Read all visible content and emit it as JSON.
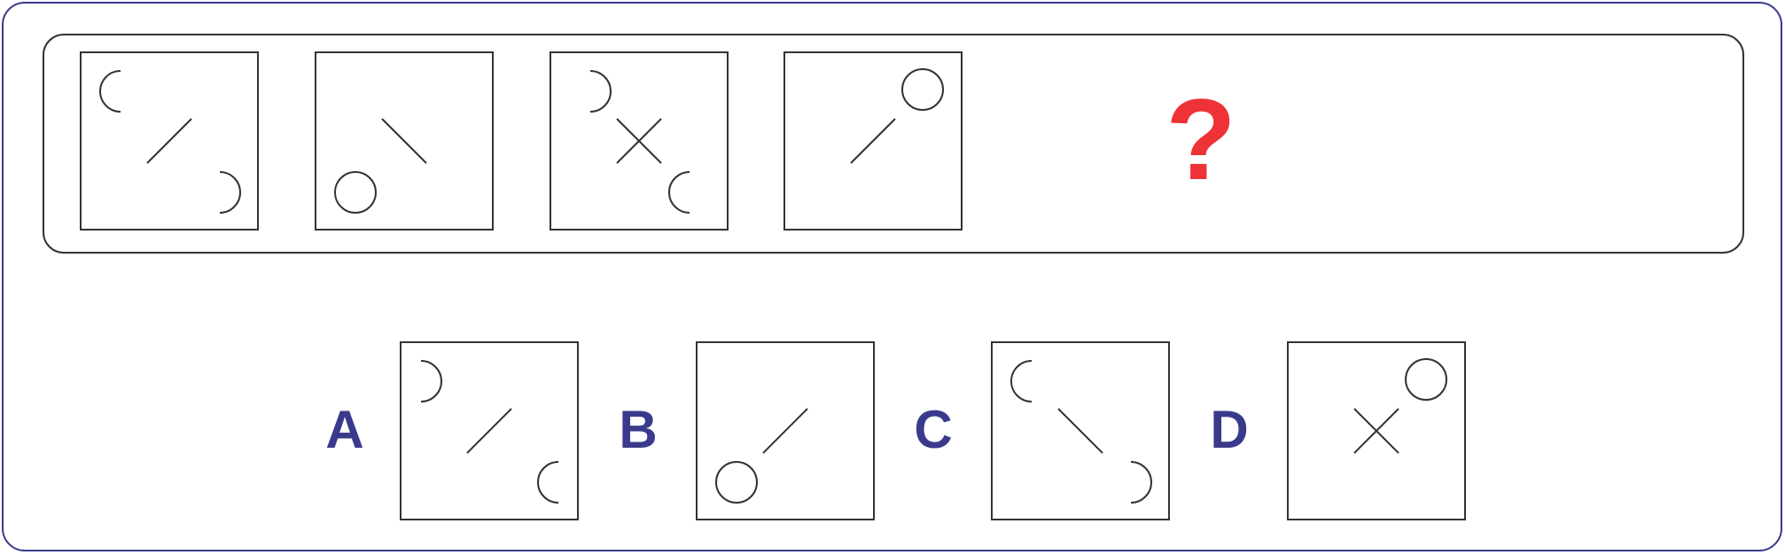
{
  "puzzle": {
    "question_mark": "?",
    "colors": {
      "frame_outer": "#3a3a8c",
      "frame_inner": "#333333",
      "question_mark": "#ee3238",
      "option_letter": "#3a3a8c"
    },
    "sequence_panels": [
      {
        "id": "seq-1",
        "elements": [
          "semicircle-top-left-opening-right",
          "line-slash",
          "semicircle-bottom-right-opening-left"
        ]
      },
      {
        "id": "seq-2",
        "elements": [
          "line-backslash",
          "circle-bottom-left"
        ]
      },
      {
        "id": "seq-3",
        "elements": [
          "semicircle-top-left-opening-left",
          "cross",
          "semicircle-bottom-right-opening-right"
        ]
      },
      {
        "id": "seq-4",
        "elements": [
          "line-slash",
          "circle-top-right"
        ]
      }
    ],
    "options": [
      {
        "letter": "A",
        "elements": [
          "semicircle-top-left-opening-left",
          "line-slash",
          "semicircle-bottom-right-opening-right"
        ]
      },
      {
        "letter": "B",
        "elements": [
          "line-slash",
          "circle-bottom-left"
        ]
      },
      {
        "letter": "C",
        "elements": [
          "semicircle-top-left-opening-right",
          "line-backslash",
          "semicircle-bottom-right-opening-left"
        ]
      },
      {
        "letter": "D",
        "elements": [
          "cross",
          "circle-top-right"
        ]
      }
    ]
  }
}
